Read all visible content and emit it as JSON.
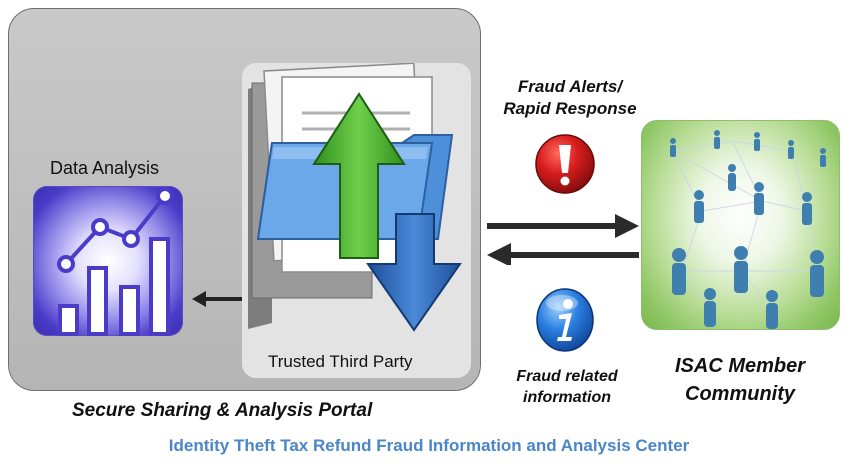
{
  "portal": {
    "data_analysis_label": "Data Analysis",
    "trusted_third_party_label": "Trusted Third Party",
    "caption": "Secure Sharing  & Analysis Portal"
  },
  "alerts": {
    "line1": "Fraud Alerts/",
    "line2": "Rapid Response"
  },
  "info": {
    "line1": "Fraud related",
    "line2": "information"
  },
  "isac": {
    "line1": "ISAC Member",
    "line2": "Community"
  },
  "footer": {
    "title": "Identity Theft Tax Refund Fraud Information and Analysis Center"
  },
  "icons": {
    "data_analysis": "line-bar-chart-icon",
    "documents": "document-folder-icon",
    "upload": "green-up-arrow-icon",
    "download": "blue-down-arrow-icon",
    "alert": "exclamation-icon",
    "info": "info-icon",
    "community": "people-network-icon"
  },
  "colors": {
    "footer_text": "#4a86c8",
    "portal_bg": "#bdbdbd",
    "isac_green": "#8cc562",
    "alert_red": "#c8101a",
    "info_blue": "#1e6fd0"
  }
}
